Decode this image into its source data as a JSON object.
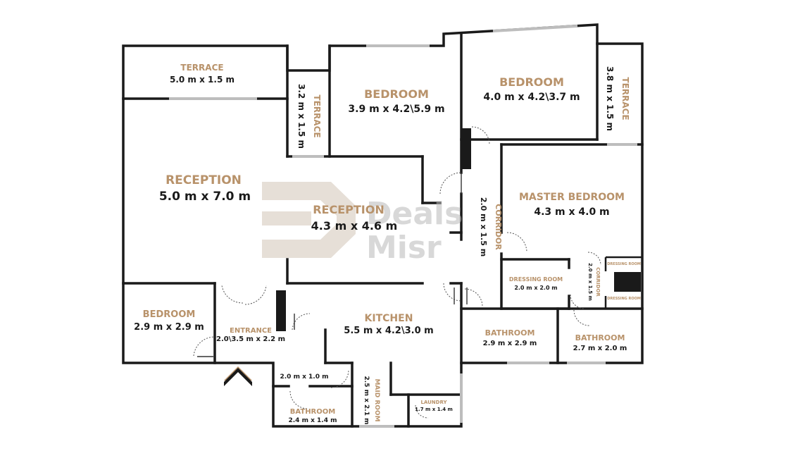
{
  "watermark": {
    "line1": "Deals",
    "line2": "Misr"
  },
  "rooms": {
    "terrace_top": {
      "name": "TERRACE",
      "dim": "5.0 m x 1.5 m"
    },
    "terrace_mid": {
      "name": "TERRACE",
      "dim": "3.2 m x 1.5 m"
    },
    "bedroom_a": {
      "name": "BEDROOM",
      "dim": "3.9 m x 4.2\\5.9 m"
    },
    "bedroom_b": {
      "name": "BEDROOM",
      "dim": "4.0 m x 4.2\\3.7 m"
    },
    "terrace_right": {
      "name": "TERRACE",
      "dim": "3.8 m x 1.5 m"
    },
    "reception_left": {
      "name": "RECEPTION",
      "dim": "5.0 m x 7.0 m"
    },
    "reception_center": {
      "name": "RECEPTION",
      "dim": "4.3 m x 4.6 m"
    },
    "corridor_center": {
      "name": "CORRIDOR",
      "dim": "2.0 m x 1.5 m"
    },
    "master_bedroom": {
      "name": "MASTER BEDROOM",
      "dim": "4.3 m x 4.0 m"
    },
    "dressing_room": {
      "name": "DRESSING ROOM",
      "dim": "2.0 m x 2.0 m"
    },
    "corridor_right": {
      "name": "CORRIDOR",
      "dim": "2.0 m x 1.5 m"
    },
    "dressing_small_top": {
      "name": "DRESSING ROOM"
    },
    "dressing_small_bottom": {
      "name": "DRESSING ROOM"
    },
    "bedroom_c": {
      "name": "BEDROOM",
      "dim": "2.9 m x 2.9 m"
    },
    "entrance": {
      "name": "ENTRANCE",
      "dim": "2.0\\3.5 m x 2.2 m"
    },
    "kitchen": {
      "name": "KITCHEN",
      "dim": "5.5 m x 4.2\\3.0 m"
    },
    "bathroom_mid": {
      "name": "BATHROOM",
      "dim": "2.9 m x 2.9 m"
    },
    "bathroom_right": {
      "name": "BATHROOM",
      "dim": "2.7 m x 2.0 m"
    },
    "hall_small": {
      "dim": "2.0 m x 1.0 m"
    },
    "bathroom_small": {
      "name": "BATHROOM",
      "dim": "2.4 m x 1.4 m"
    },
    "maid_room": {
      "name": "MAID ROOM",
      "dim": "2.5 m x 2.1 m"
    },
    "laundry": {
      "name": "LAUNDRY",
      "dim": "1.7 m x 1.4 m"
    }
  },
  "colors": {
    "wall": "#1a1a1a",
    "label": "#b8926a",
    "dimension": "#1a1a1a",
    "window": "#bdbdbd"
  },
  "icons": [
    "entrance-arrow-icon"
  ]
}
